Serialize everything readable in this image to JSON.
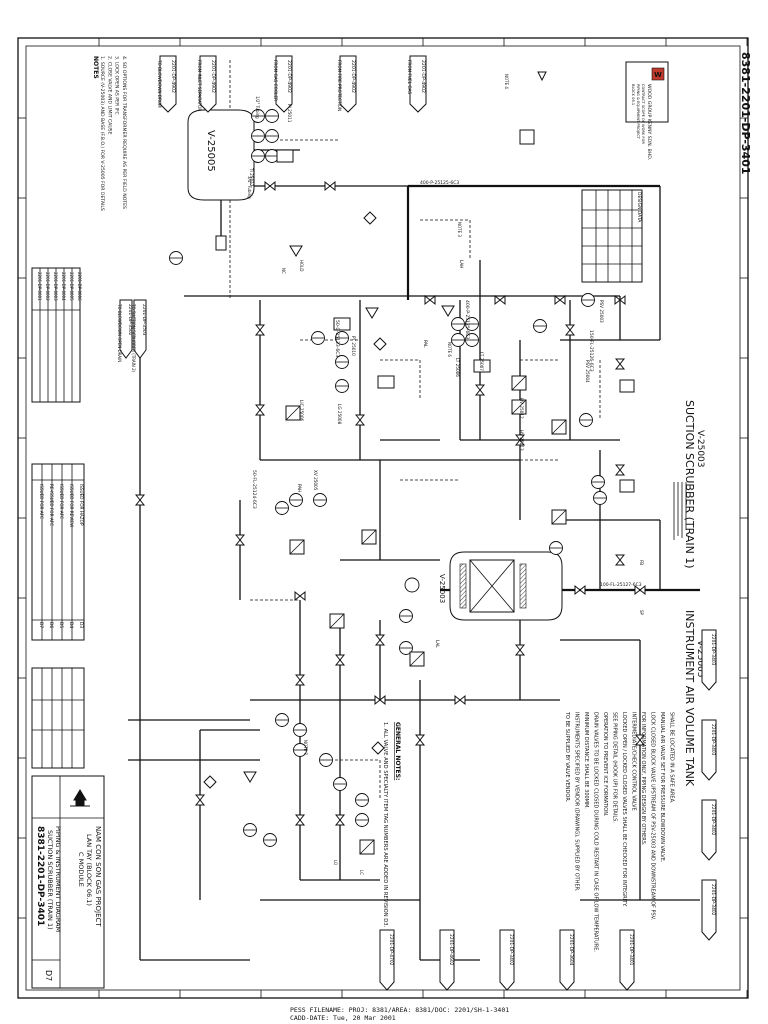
{
  "title_block": {
    "project": "NAM CON SON GAS PROJECT",
    "platform": "LAN TAY (BLOCK 06.1)",
    "module": "C MODULE",
    "drawing_type": "PIPING & INSTRUMENT DIAGRAM",
    "drawing_title": "SUCTION SCRUBBER (TRAIN 1)",
    "drawing_number": "8381-2201-DP-3401",
    "revision": "D7"
  },
  "top_stamp": "8381-2201-DP-3401",
  "company": {
    "name": "WOOD GROUP KENNY SDN. BHD.",
    "line2": "CONTRACT SCOPE OF WORK FOR",
    "line3": "PIPING & EQUIPMENT PROJECT",
    "line4": "BLOCK 06.1"
  },
  "equipment": {
    "v25003_tag": "V-25003",
    "v25003_title": "SUCTION SCRUBBER (TRAIN 1)",
    "v25005_tag": "V-25005",
    "v25005_title": "INSTRUMENT AIR VOLUME TANK"
  },
  "vessel_tag": "V-25005",
  "notes_heading": "NOTES",
  "general_notes_heading": "GENERAL NOTES:",
  "general_note_1": "1. ALL VALVE AND SPECIALTY ITEM TAG NUMBERS ARE ADDED IN REVISION D3.",
  "notes_left": [
    "1. SOURCE (V-25003) AND BASE (F.B.O.) FOR V-25005 FOR DETAILS",
    "2. CLOSE VALVE AND LIMIT CAUSE",
    "3. LOCK OPEN AS PER IFC",
    "4. SO OPTIONS FOR TRANSFORMER REQUIRE AS PER FIELD NOTES"
  ],
  "notes_right": [
    "TO BE SUPPLIED BY VALVE VENDOR.",
    "INSTRUMENTS SPECIFIED BY VENDOR (DRAWING), SUPPLIED BY OTHER.",
    "MINIMUM DISTANCE SHALL BE 300MM.",
    "DRAIN VALVES TO BE LOCKED CLOSED DURING COLD RESTART IN CASE OF LOW TEMPERATURE.",
    "OPERATION TO PREVENT ICE FORMATION.",
    "SEE PIPING DETAIL (HOOK UP) FOR DETAILS.",
    "LOCKED OPEN / LOCKED CLOSED VALVES SHALL BE CHECKED FOR INTEGRITY.",
    "INTERMEDIATE/CHECK CONTROL VALVE",
    "FOR INFORMATION ONLY, PIPING DESIGN BY OTHERS.",
    "LOCK CLOSED BLOCK VALVE UPSTREAM OF PSV-25003 AND DOWNSTREAM OF PSV.",
    "MANUAL AIR VALVE SET FOR PRESSURE BLOWDOWN VALVE.",
    "SHALL BE LOCATED IN A SAFE AREA."
  ],
  "connectors_right": [
    "2201-DP-3403",
    "2201-DP-3403",
    "2201-DP-3402",
    "2201-DP-3402",
    "2201-DP-3401",
    "2201-DP-3604",
    "2201-DP-3402",
    "2201-DP-4602",
    "2201-DP-4702"
  ],
  "connectors_top": [
    "2201-DP-4902",
    "2201-DP-4902",
    "2201-DP-4902",
    "2201-DP-4902",
    "2201-DP-4902"
  ],
  "connectors_top_labels": [
    "TO BLOWDOWN DRUM",
    "FROM INLET SEPARATOR",
    "FROM GAS COOLER",
    "FROM FIRE PROTECTION",
    "FROM FUEL GAS"
  ],
  "connectors_left": [
    "2201-DP-3502",
    "2201-DP-3503"
  ],
  "connectors_left_labels": [
    "TO BLOWDOWN OPEN DRAIN",
    "TO SUCTION SCRUBBER (TRAIN 2)"
  ],
  "line_numbers": [
    "150-FL-25126-6C3",
    "50-FL-25124-6C3",
    "400-P-25125-6C3",
    "100-FL-25127-6C3",
    "50-D-25133-6C3",
    "400-P-25125-6C3"
  ],
  "instrument_tags": [
    "PSV 25003",
    "PSV 25004",
    "LT 25006",
    "LT 25007",
    "LG 25008",
    "PT 25010",
    "PI 25011",
    "TI 25012",
    "HV 25012",
    "HV 25013",
    "LIC 25006",
    "LAH",
    "LAL",
    "PAH",
    "PAL",
    "XV 25005"
  ],
  "small_tags": [
    "NOTE 4",
    "NOTE 3",
    "NOTE 6",
    "NOTE 7",
    "1/2\" Tubing",
    "3/4\" Tubing",
    "HOLD",
    "NC",
    "LO",
    "LC",
    "FB",
    "SP"
  ],
  "design_data": {
    "label": "DESIGN DATA",
    "rows": [
      "DESIGN PRESS.",
      "DESIGN TEMP.",
      "OPER. PRESS.",
      "OPER. TEMP.",
      "SIZE (ID x T/T)"
    ]
  },
  "revisions": [
    {
      "rev": "D7",
      "desc": "ISSUED FOR AFC"
    },
    {
      "rev": "D6",
      "desc": "RE-ISSUED FOR AFC"
    },
    {
      "rev": "D5",
      "desc": "ISSUED FOR AFC"
    },
    {
      "rev": "D4",
      "desc": "ISSUED FOR REVIEW"
    },
    {
      "rev": "D3",
      "desc": "ISSUED FOR HAZOP"
    }
  ],
  "reference_drawings": [
    "2201-DP-0001",
    "2201-DP-0002",
    "2201-DP-0003",
    "2201-DP-0004",
    "2201-DP-0005",
    "2201-DP-0006"
  ],
  "footer_line1": "PESS FILENAME: PROJ: 8381/AREA: 8381/DOC: 2201/SH-1-3401",
  "footer_line2": "CADD-DATE: Tue, 20 Mar 2001"
}
